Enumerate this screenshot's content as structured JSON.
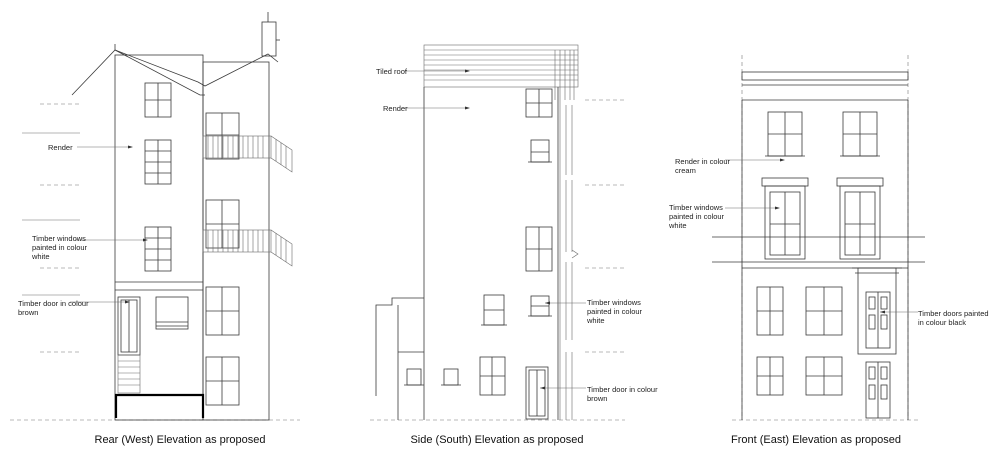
{
  "captions": {
    "rear": "Rear (West) Elevation as proposed",
    "side": "Side (South) Elevation as proposed",
    "front": "Front (East) Elevation as proposed"
  },
  "notes": {
    "rear": {
      "render": "Render",
      "windows": [
        "Timber windows",
        "painted in colour",
        "white"
      ],
      "door": [
        "Timber door in colour",
        "brown"
      ]
    },
    "side": {
      "roof": "Tiled roof",
      "render": "Render",
      "windows": [
        "Timber windows",
        "painted in colour",
        "white"
      ],
      "door": [
        "Timber door in colour",
        "brown"
      ]
    },
    "front": {
      "render": [
        "Render in colour",
        "cream"
      ],
      "windows": [
        "Timber windows",
        "painted in colour",
        "white"
      ],
      "doors": [
        "Timber doors painted",
        "in colour black"
      ]
    }
  }
}
